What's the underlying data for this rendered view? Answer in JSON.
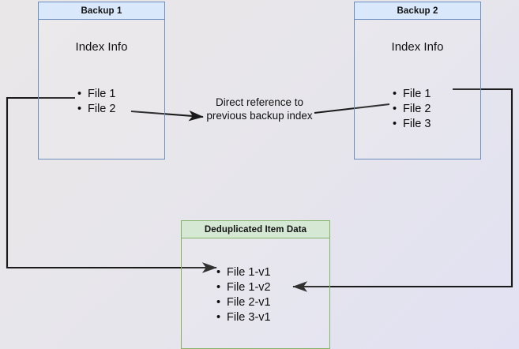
{
  "diagram": {
    "title_hint": "Backup deduplication index reference diagram",
    "colors": {
      "blue_border": "#6c8ebf",
      "blue_fill": "#dae8fc",
      "green_border": "#82b366",
      "green_fill": "#d5e8d4",
      "line": "#1a1a1a",
      "background_start": "#e9e7e8",
      "background_end": "#e1e1f3"
    },
    "backup1": {
      "header": "Backup 1",
      "index_label": "Index Info",
      "files": [
        "File 1",
        "File 2"
      ]
    },
    "backup2": {
      "header": "Backup 2",
      "index_label": "Index Info",
      "files": [
        "File 1",
        "File 2",
        "File 3"
      ]
    },
    "dedup": {
      "header": "Deduplicated Item Data",
      "files": [
        "File 1-v1",
        "File 1-v2",
        "File 2-v1",
        "File 3-v1"
      ]
    },
    "center_label": {
      "line1": "Direct reference to",
      "line2": "previous backup index"
    }
  }
}
